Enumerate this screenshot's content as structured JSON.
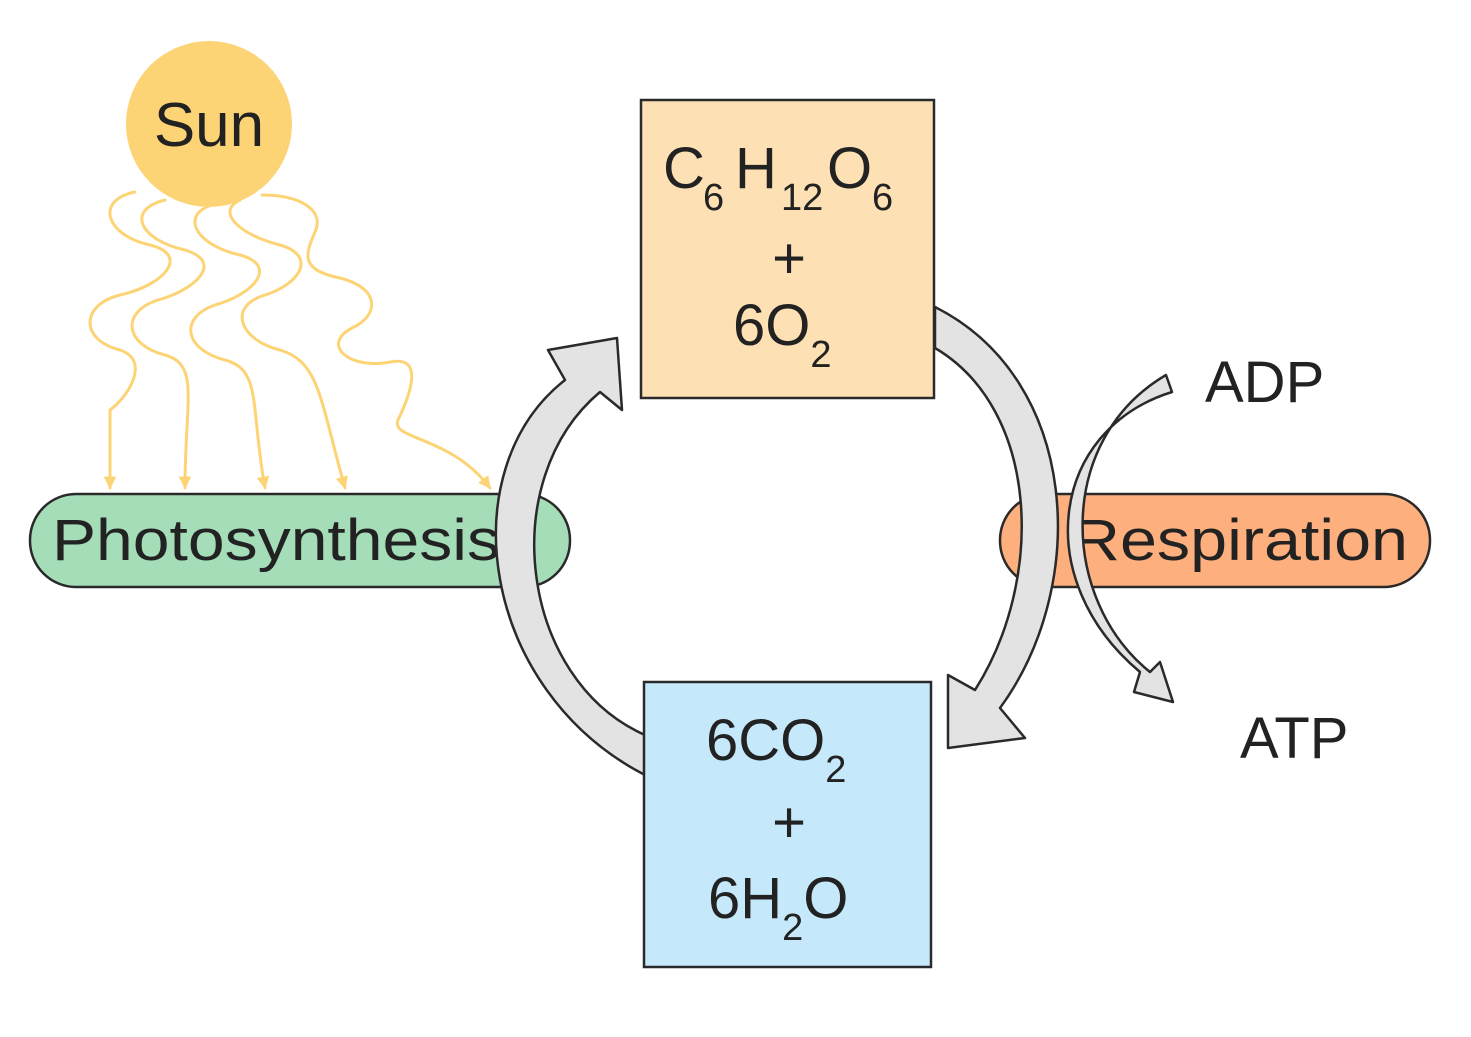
{
  "sun": {
    "label": "Sun",
    "color": "#FDD475"
  },
  "photosynthesis": {
    "label": "Photosynthesis",
    "color": "#A6DDB9"
  },
  "respiration": {
    "label": "Respiration",
    "color": "#FDB07E"
  },
  "glucose_box": {
    "color": "#FDE1B5",
    "line1": {
      "c": "C",
      "c_sub": "6",
      "h": "H",
      "h_sub": "12",
      "o": "O",
      "o_sub": "6"
    },
    "plus": "+",
    "line3": {
      "prefix": "6O",
      "sub": "2"
    }
  },
  "co2_box": {
    "color": "#C5E9FB",
    "line1": {
      "prefix": "6CO",
      "sub": "2"
    },
    "plus": "+",
    "line3": {
      "prefix": "6H",
      "sub": "2",
      "suffix": "O"
    }
  },
  "energy": {
    "in_label": "ADP",
    "out_label": "ATP"
  },
  "arrow_color": "#E3E3E3",
  "light_ray_color": "#FDD475"
}
